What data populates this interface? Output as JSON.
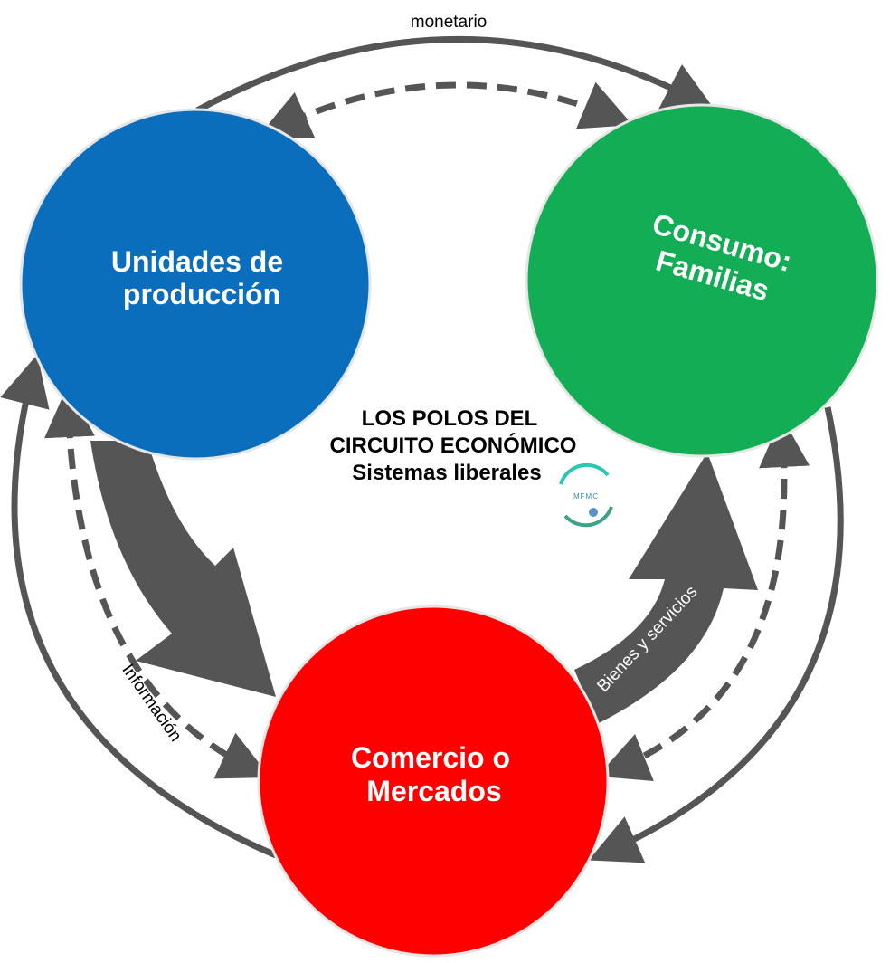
{
  "nodes": {
    "production": {
      "line1": "Unidades de",
      "line2": "producción",
      "color": "#0a6ebd"
    },
    "consumption": {
      "line1": "Consumo:",
      "line2": "Familias",
      "color": "#13ad55"
    },
    "markets": {
      "line1": "Comercio o",
      "line2": "Mercados",
      "color": "#ff0000"
    }
  },
  "title": {
    "line1": "LOS POLOS DEL",
    "line2": "CIRCUITO ECONÓMICO",
    "line3": "Sistemas liberales"
  },
  "flows": {
    "monetary_label": "monetario",
    "information_label": "Información",
    "goods_label": "Bienes y servicios"
  },
  "logo": {
    "text": "MFMC"
  },
  "colors": {
    "arrow": "#555555",
    "logo_ring": "#2ec4b6"
  }
}
